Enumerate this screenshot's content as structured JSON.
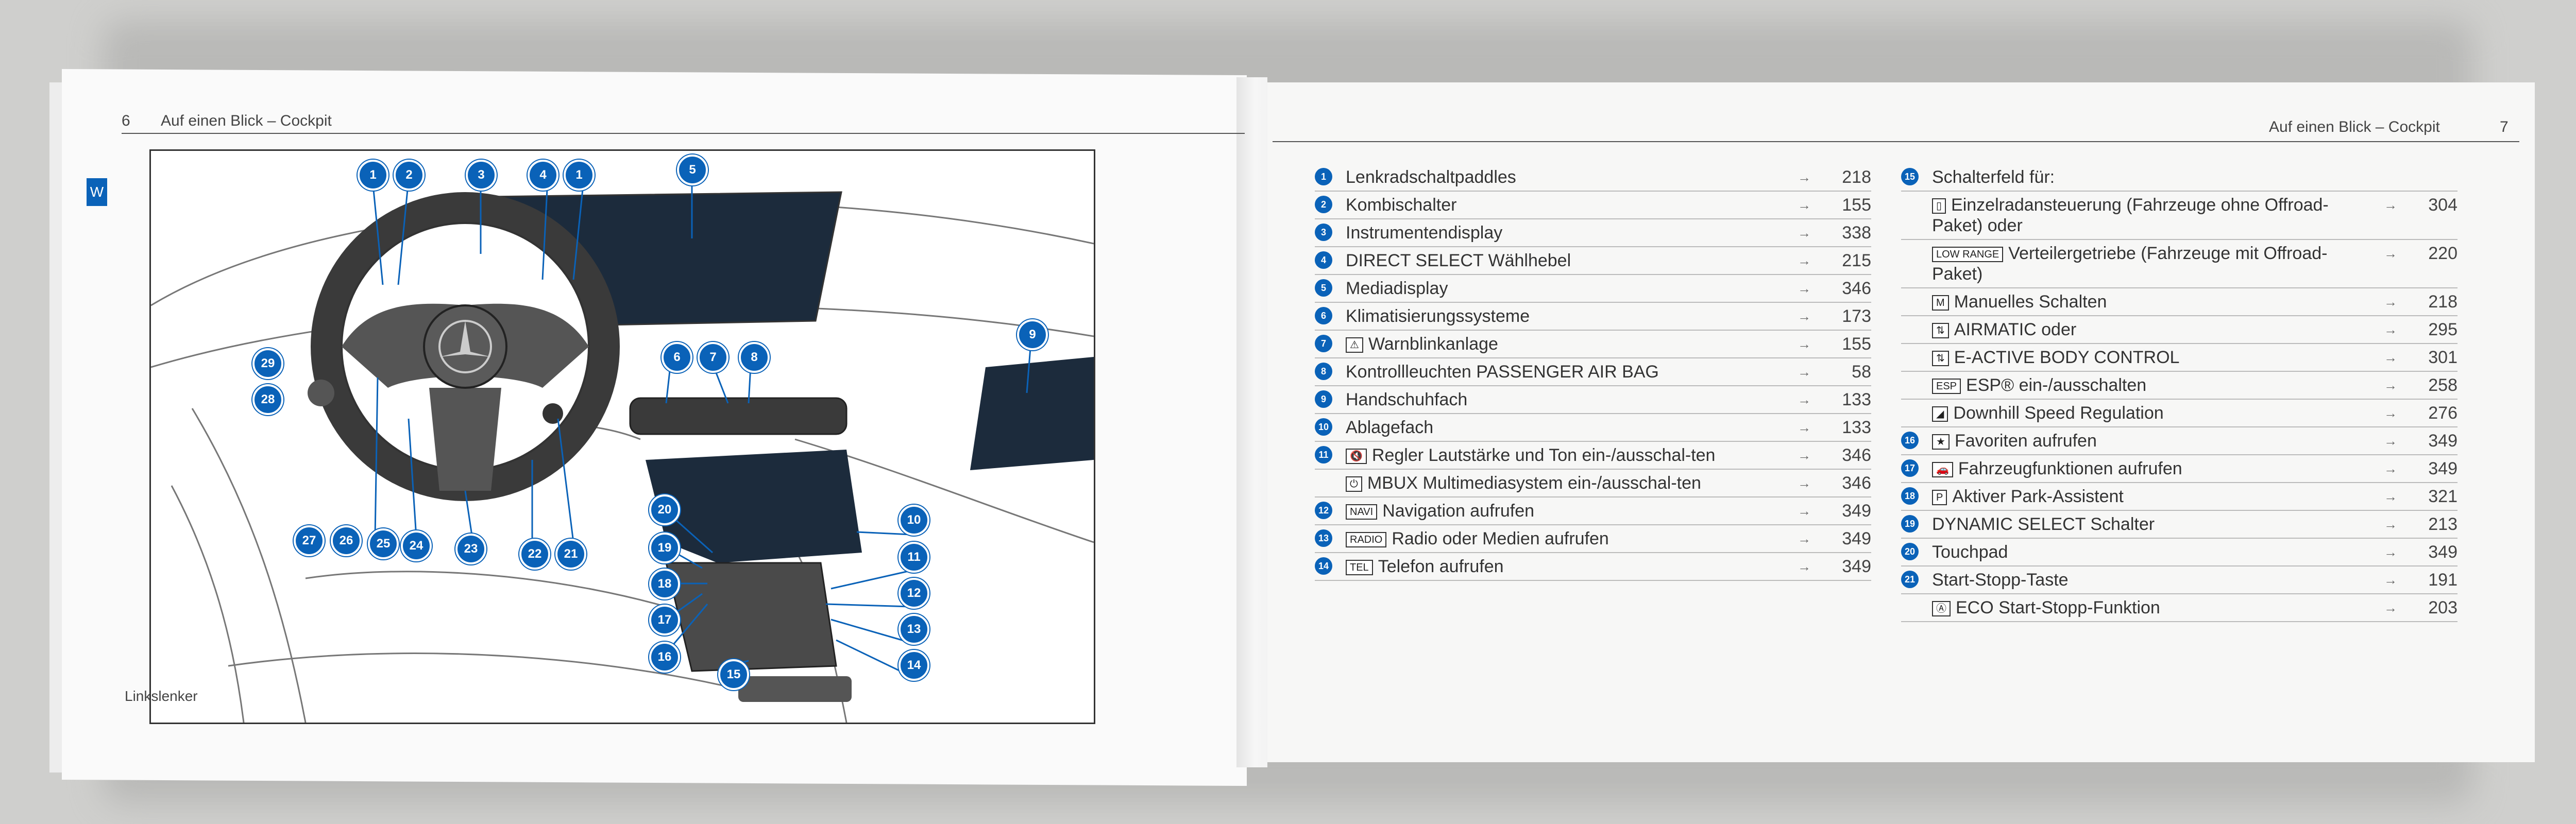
{
  "left_page": {
    "page_number": "6",
    "header": "Auf einen Blick – Cockpit",
    "caption": "Linkslenker",
    "tab_letter": "W",
    "markers": [
      "1",
      "2",
      "3",
      "4",
      "1",
      "5",
      "6",
      "7",
      "8",
      "9",
      "10",
      "11",
      "12",
      "13",
      "14",
      "15",
      "16",
      "17",
      "18",
      "19",
      "20",
      "21",
      "22",
      "23",
      "24",
      "25",
      "26",
      "27",
      "28",
      "29"
    ]
  },
  "right_page": {
    "page_number": "7",
    "header": "Auf einen Blick – Cockpit",
    "left_column": [
      {
        "num": "1",
        "icon": "",
        "label": "Lenkradschaltpaddles",
        "page": "218"
      },
      {
        "num": "2",
        "icon": "",
        "label": "Kombischalter",
        "page": "155"
      },
      {
        "num": "3",
        "icon": "",
        "label": "Instrumentendisplay",
        "page": "338"
      },
      {
        "num": "4",
        "icon": "",
        "label": "DIRECT SELECT Wählhebel",
        "page": "215"
      },
      {
        "num": "5",
        "icon": "",
        "label": "Mediadisplay",
        "page": "346"
      },
      {
        "num": "6",
        "icon": "",
        "label": "Klimatisierungssysteme",
        "page": "173"
      },
      {
        "num": "7",
        "icon": "⚠",
        "label": "Warnblinkanlage",
        "page": "155"
      },
      {
        "num": "8",
        "icon": "",
        "label": "Kontrollleuchten PASSENGER AIR BAG",
        "page": "58"
      },
      {
        "num": "9",
        "icon": "",
        "label": "Handschuhfach",
        "page": "133"
      },
      {
        "num": "10",
        "icon": "",
        "label": "Ablagefach",
        "page": "133"
      },
      {
        "num": "11",
        "icon": "🔇",
        "label": "Regler Lautstärke und Ton ein-/ausschal-ten",
        "page": "346"
      },
      {
        "num": "",
        "icon": "⏻",
        "label": "MBUX Multimediasystem ein-/ausschal-ten",
        "page": "346"
      },
      {
        "num": "12",
        "icon": "NAVI",
        "label": "Navigation aufrufen",
        "page": "349"
      },
      {
        "num": "13",
        "icon": "RADIO",
        "label": "Radio oder Medien aufrufen",
        "page": "349"
      },
      {
        "num": "14",
        "icon": "TEL",
        "label": "Telefon aufrufen",
        "page": "349"
      }
    ],
    "right_column": [
      {
        "num": "15",
        "icon": "",
        "label": "Schalterfeld für:",
        "page": ""
      },
      {
        "num": "",
        "icon": "▯",
        "label": "Einzelradansteuerung (Fahrzeuge ohne Offroad-Paket) oder",
        "page": "304"
      },
      {
        "num": "",
        "icon": "LOW RANGE",
        "label": "Verteilergetriebe (Fahrzeuge mit Offroad-Paket)",
        "page": "220"
      },
      {
        "num": "",
        "icon": "M",
        "label": "Manuelles Schalten",
        "page": "218"
      },
      {
        "num": "",
        "icon": "⇅",
        "label": "AIRMATIC oder",
        "page": "295"
      },
      {
        "num": "",
        "icon": "⇅",
        "label": "E-ACTIVE BODY CONTROL",
        "page": "301"
      },
      {
        "num": "",
        "icon": "ESP",
        "label": "ESP® ein-/ausschalten",
        "page": "258"
      },
      {
        "num": "",
        "icon": "◢",
        "label": "Downhill Speed Regulation",
        "page": "276"
      },
      {
        "num": "16",
        "icon": "★",
        "label": "Favoriten aufrufen",
        "page": "349"
      },
      {
        "num": "17",
        "icon": "🚗",
        "label": "Fahrzeugfunktionen aufrufen",
        "page": "349"
      },
      {
        "num": "18",
        "icon": "P",
        "label": "Aktiver Park-Assistent",
        "page": "321"
      },
      {
        "num": "19",
        "icon": "",
        "label": "DYNAMIC SELECT Schalter",
        "page": "213"
      },
      {
        "num": "20",
        "icon": "",
        "label": "Touchpad",
        "page": "349"
      },
      {
        "num": "21",
        "icon": "",
        "label": "Start-Stopp-Taste",
        "page": "191"
      },
      {
        "num": "",
        "icon": "Ⓐ",
        "label": "ECO Start-Stopp-Funktion",
        "page": "203"
      }
    ],
    "arrow_glyph": "→"
  }
}
